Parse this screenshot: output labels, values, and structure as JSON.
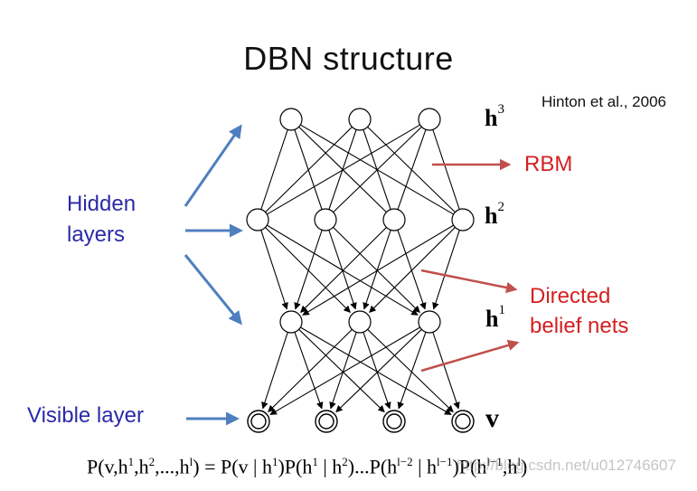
{
  "title": "DBN structure",
  "citation": "Hinton et al., 2006",
  "labels": {
    "hidden_line1": "Hidden",
    "hidden_line2": "layers",
    "visible": "Visible layer",
    "rbm": "RBM",
    "directed_line1": "Directed",
    "directed_line2": "belief nets"
  },
  "layers": {
    "h3": {
      "name": "h",
      "sup": "3"
    },
    "h2": {
      "name": "h",
      "sup": "2"
    },
    "h1": {
      "name": "h",
      "sup": "1"
    },
    "v": {
      "name": "v"
    }
  },
  "formula": {
    "p1": "P(v,h",
    "s1": "1",
    "p2": ",h",
    "s2": "2",
    "p3": ",...,h",
    "s3": "l",
    "p4": ") = P(v | h",
    "s4": "1",
    "p5": ")P(h",
    "s5": "1",
    "p6": " | h",
    "s6": "2",
    "p7": ")...P(h",
    "s7": "l−2",
    "p8": " | h",
    "s8": "l−1",
    "p9": ")P(h",
    "s9": "l−1",
    "p10": ",h",
    "s10": "l",
    "p11": ")"
  },
  "watermark": "http://blog.csdn.net/u012746607",
  "colors": {
    "blue_text": "#2a2aa8",
    "red_text": "#d42020",
    "blue_arrow": "#4f7fbf",
    "red_arrow": "#c0504d"
  }
}
